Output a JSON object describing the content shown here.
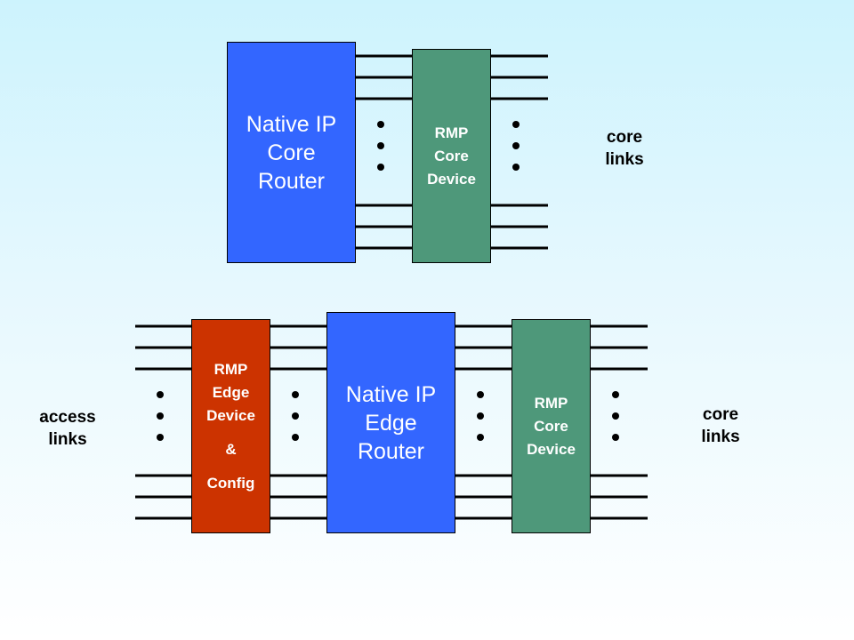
{
  "colors": {
    "router_blue": "#3366ff",
    "core_device_green": "#4e987a",
    "edge_device_red": "#cc3300",
    "line_black": "#000000"
  },
  "top_group": {
    "router": {
      "lines": [
        "Native IP",
        "Core",
        "Router"
      ]
    },
    "core_device": {
      "lines": [
        "RMP",
        "Core",
        "Device"
      ]
    },
    "core_links_label": {
      "lines": [
        "core",
        "links"
      ]
    }
  },
  "bottom_group": {
    "access_links_label": {
      "lines": [
        "access",
        "links"
      ]
    },
    "edge_device": {
      "lines": [
        "RMP",
        "Edge",
        "Device",
        "&",
        "Config"
      ]
    },
    "router": {
      "lines": [
        "Native IP",
        "Edge",
        "Router"
      ]
    },
    "core_device": {
      "lines": [
        "RMP",
        "Core",
        "Device"
      ]
    },
    "core_links_label": {
      "lines": [
        "core",
        "links"
      ]
    }
  }
}
